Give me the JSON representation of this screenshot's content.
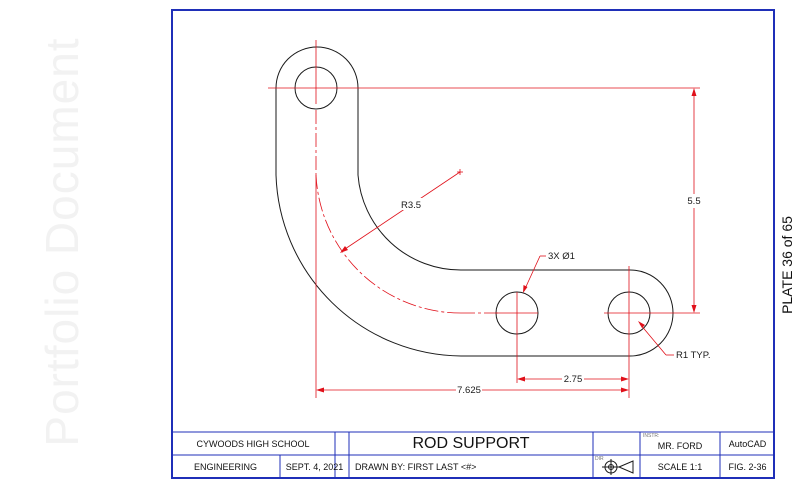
{
  "watermark": "Portfolio Document",
  "plate_label": "PLATE 36 of 65",
  "drawing": {
    "dim_radius": "R3.5",
    "dim_holes": "3X Ø1",
    "dim_vertical": "5.5",
    "dim_small_radius": "R1 TYP.",
    "dim_horizontal_short": "2.75",
    "dim_horizontal_long": "7.625"
  },
  "title_block": {
    "school": "CYWOODS HIGH SCHOOL",
    "title": "ROD SUPPORT",
    "instructor_label": "INSTR:",
    "instructor": "MR. FORD",
    "software": "AutoCAD",
    "department": "ENGINEERING",
    "date": "SEPT. 4, 2021",
    "drawn_by": "DRAWN BY:  FIRST LAST <#>",
    "projection_label": "DIR",
    "scale": "SCALE 1:1",
    "figure": "FIG. 2-36"
  },
  "colors": {
    "border": "#1f2fb8",
    "geometry": "#1a1a1a",
    "dimension": "#e0101a"
  }
}
